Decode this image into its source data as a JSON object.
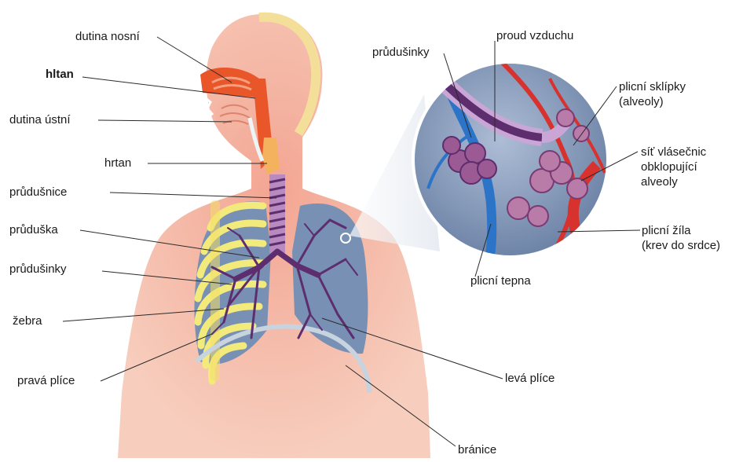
{
  "labels": {
    "nasal_cavity": "dutina nosní",
    "pharynx": "hltan",
    "oral_cavity": "dutina ústní",
    "larynx": "hrtan",
    "trachea": "průdušnice",
    "bronchus": "průduška",
    "bronchioles": "průdušinky",
    "ribs": "žebra",
    "right_lung": "pravá plíce",
    "left_lung": "levá plíce",
    "diaphragm": "bránice",
    "bronchioles_detail": "průdušinky",
    "airflow": "proud vzduchu",
    "alveoli_line1": "plicní sklípky",
    "alveoli_line2": "(alveoly)",
    "capillary_line1": "síť vlásečnic",
    "capillary_line2": "obklopující",
    "capillary_line3": "alveoly",
    "vein_line1": "plicní žíla",
    "vein_line2": "(krev do srdce)",
    "artery": "plicní tepna"
  },
  "colors": {
    "skin": "#f6c6b6",
    "skin_dark": "#ee9b86",
    "lung": "#7890b4",
    "bronchi": "#5d2d6e",
    "ribs": "#f2ea7a",
    "cavity": "#e8562a",
    "artery_blue": "#2b74c8",
    "vein_red": "#d8322e",
    "alveoli": "#9b5a93"
  }
}
